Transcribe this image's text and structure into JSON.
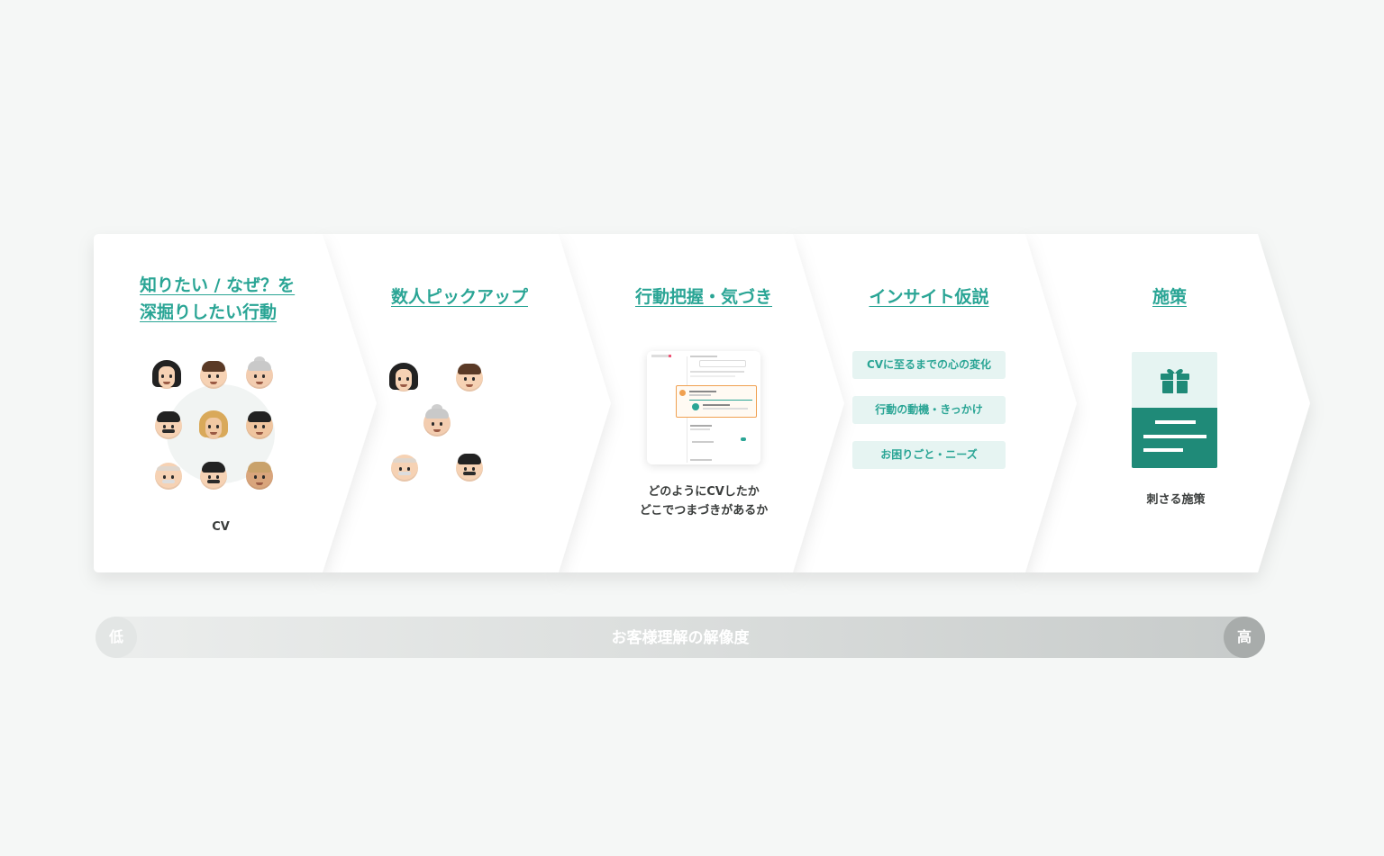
{
  "stages": [
    {
      "title_line1": "知りたい / なぜ？を",
      "title_line2": "深掘りしたい行動",
      "caption": "CV"
    },
    {
      "title": "数人ピックアップ"
    },
    {
      "title": "行動把握・気づき",
      "caption_line1": "どのようにCVしたか",
      "caption_line2": "どこでつまづきがあるか"
    },
    {
      "title": "インサイト仮説",
      "tags": [
        "CVに至るまでの心の変化",
        "行動の動機・きっかけ",
        "お困りごと・ニーズ"
      ]
    },
    {
      "title": "施策",
      "caption": "刺さる施策"
    }
  ],
  "resolution_bar": {
    "low": "低",
    "label": "お客様理解の解像度",
    "high": "高"
  },
  "icons": {
    "people": "person-face-icons",
    "gift": "gift-icon",
    "document": "document-lines-icon"
  },
  "colors": {
    "accent": "#2aa595",
    "accent_dark": "#1f8a78",
    "tag_bg": "#e6f4f2",
    "highlight": "#f0a050"
  }
}
